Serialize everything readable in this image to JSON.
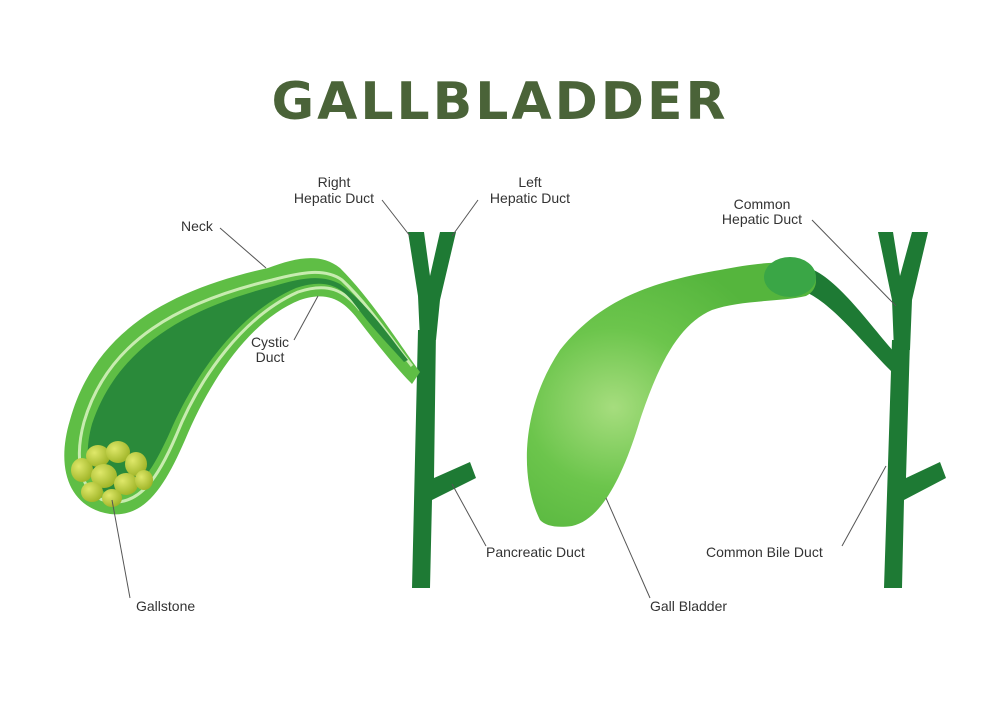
{
  "title": "GALLBLADDER",
  "colors": {
    "title": "#4a6338",
    "duct": "#1e7a34",
    "bladder_outer": "#5fbe45",
    "bladder_inner": "#2a8a3a",
    "wall_line": "#c8ecb0",
    "stone": "#b5c832"
  },
  "labels": {
    "neck": "Neck",
    "right_hepatic_1": "Right",
    "right_hepatic_2": "Hepatic Duct",
    "left_hepatic_1": "Left",
    "left_hepatic_2": "Hepatic Duct",
    "cystic_1": "Cystic",
    "cystic_2": "Duct",
    "gallstone": "Gallstone",
    "pancreatic": "Pancreatic Duct",
    "common_hepatic_1": "Common",
    "common_hepatic_2": "Hepatic Duct",
    "gall_bladder": "Gall Bladder",
    "common_bile": "Common Bile Duct"
  }
}
